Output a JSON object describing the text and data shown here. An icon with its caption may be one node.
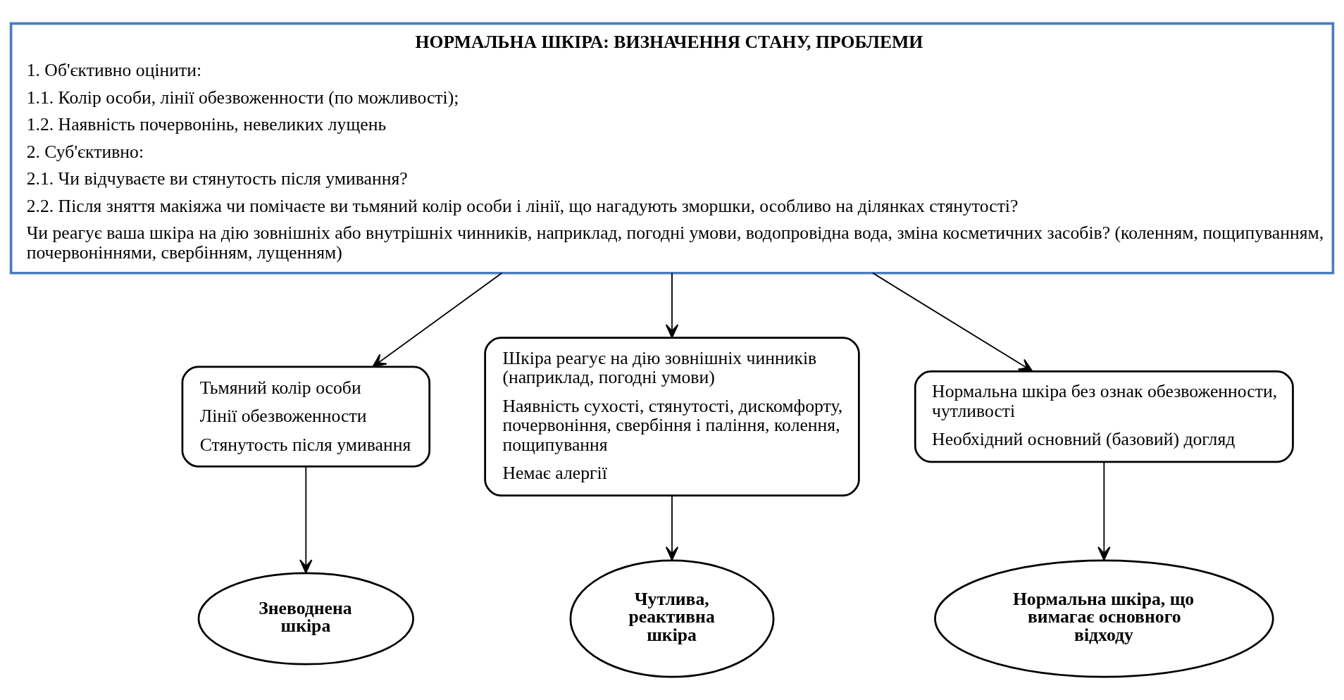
{
  "diagram": {
    "nodes": [
      {
        "text": [
          "НОРМАЛЬНА ШКІРА: ВИЗНАЧЕННЯ СТАНУ, ПРОБЛЕМИ",
          "1. Об'єктивно оцінити:",
          "1.1. Колір особи, лінії обезвоженности (по можливості);",
          "1.2. Наявність почервонінь, невеликих лущень",
          "2. Суб'єктивно:",
          "2.1. Чи відчуваєте ви стянутость після умивання?",
          "2.2. Після зняття макіяжа чи помічаєте ви тьмяний колір особи і лінії, що нагадують зморшки, особливо на ділянках стянутості?",
          "Чи реагує ваша шкіра на дію зовнішніх або внутрішніх чинників, наприклад, погодні умови, водопровідна вода, зміна косметичних засобів? (коленням, пощипуванням, почервоніннями, свербінням, лущенням)"
        ]
      },
      {
        "text": [
          "Тьмяний колір особи",
          "Лінії обезвоженности",
          "Стянутость після умивання"
        ]
      },
      {
        "text": [
          "Шкіра реагує на дію зовнішніх чинників (наприклад, погодні умови)",
          "Наявність сухості, стянутості, дискомфорту, почервоніння, свербіння і паління, колення, пощипування",
          "Немає алергії"
        ]
      },
      {
        "text": [
          "Нормальна шкіра без ознак обезвоженности, чутливості",
          "Необхідний основний (базовий) догляд"
        ]
      },
      {
        "text": [
          "Зневоднена шкіра"
        ]
      },
      {
        "text": [
          "Чутлива, реактивна шкіра"
        ]
      },
      {
        "text": [
          "Нормальна шкіра, що вимагає основного відходу"
        ]
      }
    ],
    "edges": [
      {
        "from": 0,
        "to": 1,
        "arrow": "to"
      },
      {
        "from": 0,
        "to": 2,
        "arrow": "to"
      },
      {
        "from": 0,
        "to": 3,
        "arrow": "to"
      },
      {
        "from": 1,
        "to": 4,
        "arrow": "to"
      },
      {
        "from": 2,
        "to": 5,
        "arrow": "to"
      },
      {
        "from": 3,
        "to": 6,
        "arrow": "to"
      }
    ]
  }
}
